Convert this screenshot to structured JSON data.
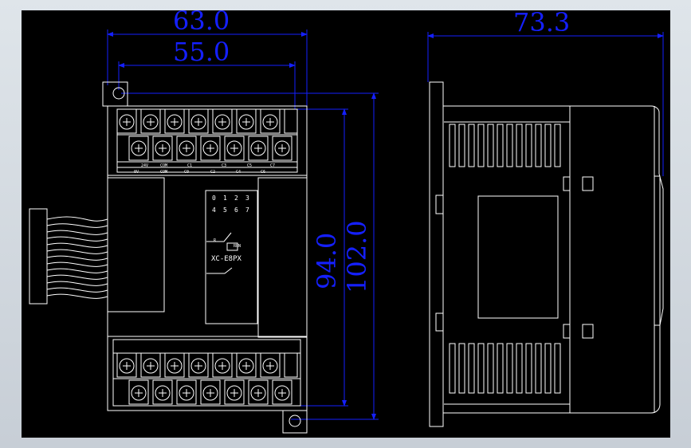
{
  "window": {
    "background": "#000000",
    "frame_color": "#d4d0c8"
  },
  "dimensions": {
    "width_total": "63.0",
    "width_inner": "55.0",
    "depth": "73.3",
    "height_inner": "94.0",
    "height_total": "102.0"
  },
  "front_view": {
    "model": "XC-E8PX",
    "run_label": "RUN",
    "mode_label": "R",
    "io_rows": {
      "top": [
        "0",
        "1",
        "2",
        "3"
      ],
      "bottom": [
        "4",
        "5",
        "6",
        "7"
      ]
    },
    "terminal_labels": {
      "row1": [
        "24V",
        "COM",
        "C1",
        "C3",
        "C5",
        "C7"
      ],
      "row2": [
        "0V",
        "COM",
        "C0",
        "C2",
        "C4",
        "C6"
      ]
    }
  },
  "colors": {
    "dimension": "#1520ff",
    "line": "#ffffff"
  },
  "icons": {
    "screw": "screw-icon",
    "cable": "ribbon-cable-icon"
  }
}
